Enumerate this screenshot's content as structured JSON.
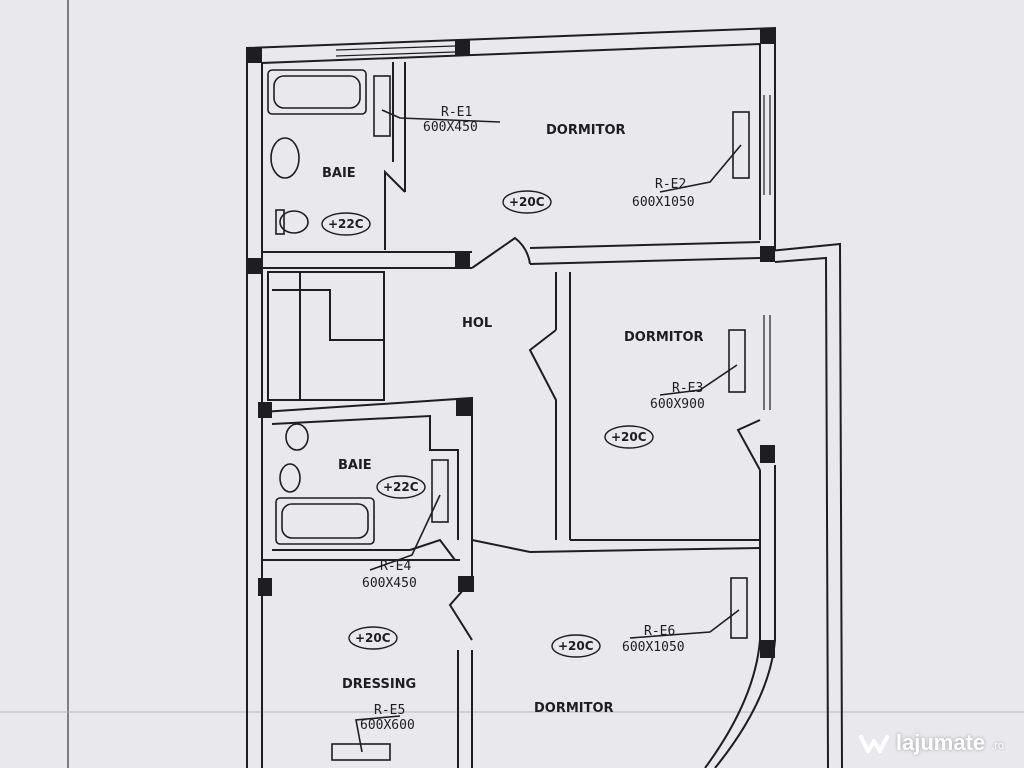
{
  "plan": {
    "rooms": {
      "baie_top": "BAIE",
      "dormitor_top": "DORMITOR",
      "hol": "HOL",
      "dormitor_mid": "DORMITOR",
      "baie_mid": "BAIE",
      "dressing": "DRESSING",
      "dormitor_bottom": "DORMITOR"
    },
    "radiators": {
      "e1": {
        "code": "R-E1",
        "size": "600X450"
      },
      "e2": {
        "code": "R-E2",
        "size": "600X1050"
      },
      "e3": {
        "code": "R-E3",
        "size": "600X900"
      },
      "e4": {
        "code": "R-E4",
        "size": "600X450"
      },
      "e5": {
        "code": "R-E5",
        "size": "600X600"
      },
      "e6": {
        "code": "R-E6",
        "size": "600X1050"
      }
    },
    "temperatures": {
      "baie_top": "+22C",
      "dormitor_top": "+20C",
      "dormitor_mid": "+20C",
      "baie_mid": "+22C",
      "dressing": "+20C",
      "dormitor_bottom": "+20C"
    }
  },
  "watermark": {
    "brand": "lajumate",
    "suffix": ".ro"
  },
  "colors": {
    "line": "#1e1e22",
    "paper": "#e9e8ec",
    "watermark": "#ffffff"
  }
}
